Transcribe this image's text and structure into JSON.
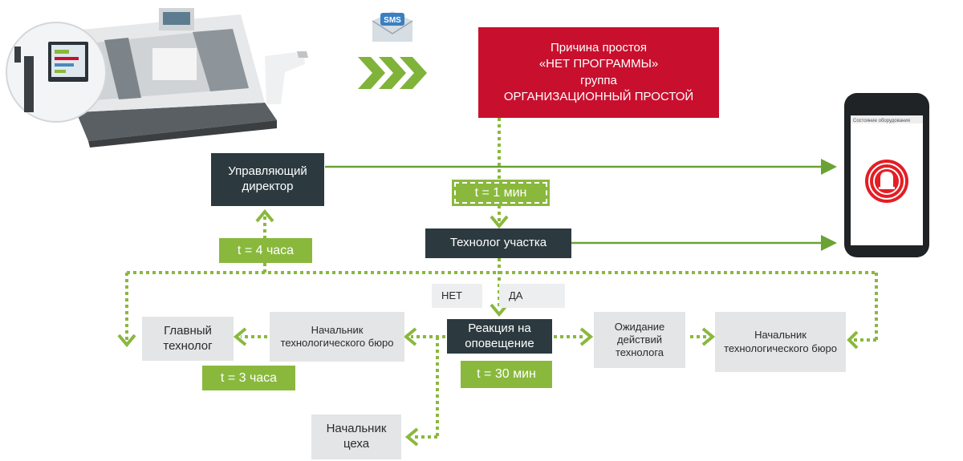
{
  "envelope": {
    "label": "SMS"
  },
  "reason_box": {
    "line1": "Причина простоя",
    "line2": "«НЕТ ПРОГРАММЫ»",
    "line3": "группа",
    "line4": "ОРГАНИЗАЦИОННЫЙ ПРОСТОЙ"
  },
  "nodes": {
    "director": {
      "line1": "Управляющий",
      "line2": "директор"
    },
    "section_technologist": {
      "label": "Технолог участка"
    },
    "reaction": {
      "line1": "Реакция на",
      "line2": "оповещение"
    },
    "chief_technologist": {
      "line1": "Главный",
      "line2": "технолог"
    },
    "bureau_head_left": {
      "line1": "Начальник",
      "line2": "технологического бюро"
    },
    "waiting": {
      "line1": "Ожидание",
      "line2": "действий",
      "line3": "технолога"
    },
    "bureau_head_right": {
      "line1": "Начальник",
      "line2": "технологического бюро"
    },
    "shop_head": {
      "line1": "Начальник",
      "line2": "цеха"
    }
  },
  "timers": {
    "t1": "t = 1 мин",
    "t4": "t = 4 часа",
    "t3": "t = 3 часа",
    "t30": "t = 30 мин"
  },
  "answers": {
    "no": "НЕТ",
    "yes": "ДА"
  },
  "phone": {
    "header": "Состояние оборудования",
    "icon": "alarm-bell-icon"
  },
  "colors": {
    "red": "#c8102e",
    "dark": "#2c3a40",
    "green": "#8ab83d",
    "grey": "#e3e5e6"
  }
}
